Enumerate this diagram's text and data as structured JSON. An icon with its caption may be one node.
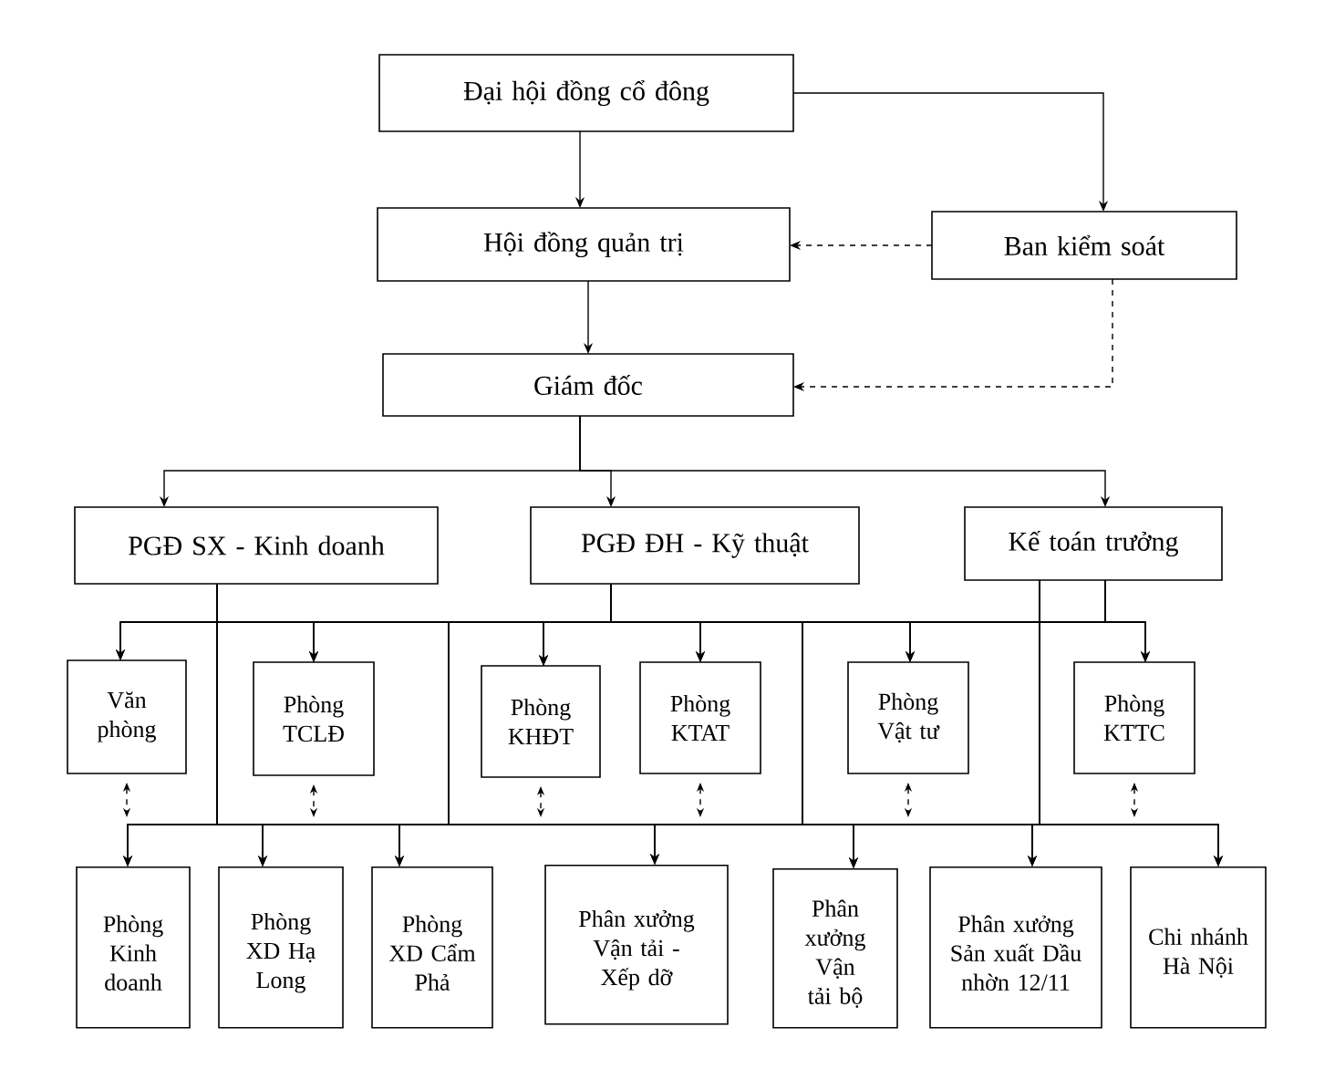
{
  "diagram": {
    "nodes": [
      {
        "text": [
          "Đại hội đồng cổ đông"
        ]
      },
      {
        "text": [
          "Hội đồng quản trị"
        ]
      },
      {
        "text": [
          "Ban kiểm soát"
        ]
      },
      {
        "text": [
          "Giám đốc"
        ]
      },
      {
        "text": [
          "PGĐ SX - Kinh doanh"
        ]
      },
      {
        "text": [
          "PGĐ ĐH - Kỹ thuật"
        ]
      },
      {
        "text": [
          "Kế toán trưởng"
        ]
      },
      {
        "text": [
          "Văn phòng"
        ]
      },
      {
        "text": [
          "Phòng TCLĐ"
        ]
      },
      {
        "text": [
          "Phòng KHĐT"
        ]
      },
      {
        "text": [
          "Phòng KTAT"
        ]
      },
      {
        "text": [
          "Phòng Vật tư"
        ]
      },
      {
        "text": [
          "Phòng KTTC"
        ]
      },
      {
        "text": [
          "Phòng Kinh doanh"
        ]
      },
      {
        "text": [
          "Phòng XD Hạ Long"
        ]
      },
      {
        "text": [
          "Phòng XD Cẩm Phả"
        ]
      },
      {
        "text": [
          "Phân xưởng Vận tải - Xếp dỡ"
        ]
      },
      {
        "text": [
          "Phân xưởng Vận tải bộ"
        ]
      },
      {
        "text": [
          "Phân xưởng Sản xuất Dầu nhờn 12/11"
        ]
      },
      {
        "text": [
          "Chi nhánh Hà Nội"
        ]
      }
    ],
    "edges": [
      {
        "from": 0,
        "to": 1,
        "arrow": "to"
      },
      {
        "from": 0,
        "to": 2,
        "arrow": "to"
      },
      {
        "from": 2,
        "to": 1,
        "arrow": "to",
        "style": "dashed"
      },
      {
        "from": 1,
        "to": 3,
        "arrow": "to"
      },
      {
        "from": 2,
        "to": 3,
        "arrow": "to",
        "style": "dashed"
      },
      {
        "from": 3,
        "to": 4,
        "arrow": "to"
      },
      {
        "from": 3,
        "to": 5,
        "arrow": "to"
      },
      {
        "from": 3,
        "to": 6,
        "arrow": "to"
      },
      {
        "from": 4,
        "to": 7,
        "arrow": "to"
      },
      {
        "from": 4,
        "to": 8,
        "arrow": "to"
      },
      {
        "from": 4,
        "to": 9,
        "arrow": "to"
      },
      {
        "from": 4,
        "to": 10,
        "arrow": "to"
      },
      {
        "from": 4,
        "to": 11,
        "arrow": "to"
      },
      {
        "from": 4,
        "to": 12,
        "arrow": "to"
      },
      {
        "from": 5,
        "to": 7,
        "arrow": "to"
      },
      {
        "from": 5,
        "to": 8,
        "arrow": "to"
      },
      {
        "from": 5,
        "to": 9,
        "arrow": "to"
      },
      {
        "from": 5,
        "to": 10,
        "arrow": "to"
      },
      {
        "from": 5,
        "to": 11,
        "arrow": "to"
      },
      {
        "from": 5,
        "to": 12,
        "arrow": "to"
      },
      {
        "from": 6,
        "to": 7,
        "arrow": "to"
      },
      {
        "from": 6,
        "to": 8,
        "arrow": "to"
      },
      {
        "from": 6,
        "to": 9,
        "arrow": "to"
      },
      {
        "from": 6,
        "to": 10,
        "arrow": "to"
      },
      {
        "from": 6,
        "to": 11,
        "arrow": "to"
      },
      {
        "from": 6,
        "to": 12,
        "arrow": "to"
      },
      {
        "from": 4,
        "to": 13,
        "arrow": "to"
      },
      {
        "from": 4,
        "to": 14,
        "arrow": "to"
      },
      {
        "from": 4,
        "to": 15,
        "arrow": "to"
      },
      {
        "from": 4,
        "to": 16,
        "arrow": "to"
      },
      {
        "from": 4,
        "to": 17,
        "arrow": "to"
      },
      {
        "from": 4,
        "to": 18,
        "arrow": "to"
      },
      {
        "from": 4,
        "to": 19,
        "arrow": "to"
      },
      {
        "from": 5,
        "to": 13,
        "arrow": "to"
      },
      {
        "from": 5,
        "to": 14,
        "arrow": "to"
      },
      {
        "from": 5,
        "to": 15,
        "arrow": "to"
      },
      {
        "from": 5,
        "to": 16,
        "arrow": "to"
      },
      {
        "from": 5,
        "to": 17,
        "arrow": "to"
      },
      {
        "from": 5,
        "to": 18,
        "arrow": "to"
      },
      {
        "from": 5,
        "to": 19,
        "arrow": "to"
      },
      {
        "from": 6,
        "to": 13,
        "arrow": "to"
      },
      {
        "from": 6,
        "to": 14,
        "arrow": "to"
      },
      {
        "from": 6,
        "to": 15,
        "arrow": "to"
      },
      {
        "from": 6,
        "to": 16,
        "arrow": "to"
      },
      {
        "from": 6,
        "to": 17,
        "arrow": "to"
      },
      {
        "from": 6,
        "to": 18,
        "arrow": "to"
      },
      {
        "from": 6,
        "to": 19,
        "arrow": "to"
      },
      {
        "from": 7,
        "to": null,
        "arrow": "both",
        "style": "dashed"
      },
      {
        "from": 8,
        "to": null,
        "arrow": "both",
        "style": "dashed"
      },
      {
        "from": 9,
        "to": null,
        "arrow": "both",
        "style": "dashed"
      },
      {
        "from": 10,
        "to": null,
        "arrow": "both",
        "style": "dashed"
      },
      {
        "from": 11,
        "to": null,
        "arrow": "both",
        "style": "dashed"
      },
      {
        "from": 12,
        "to": null,
        "arrow": "both",
        "style": "dashed"
      }
    ]
  }
}
